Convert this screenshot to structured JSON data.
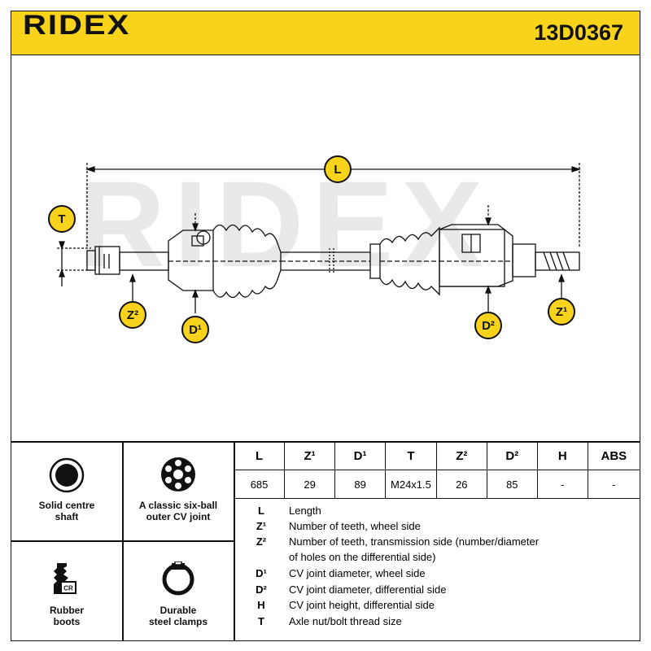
{
  "header": {
    "brand": "RIDEX",
    "part_number": "13D0367"
  },
  "watermark": "RIDEX",
  "diagram": {
    "labels": {
      "L": "L",
      "T": "T",
      "Z2": "Z²",
      "D1": "D¹",
      "D2": "D²",
      "Z1": "Z¹"
    }
  },
  "features": [
    {
      "label_line1": "Solid centre",
      "label_line2": "shaft",
      "icon": "solid-shaft-icon"
    },
    {
      "label_line1": "A classic six-ball",
      "label_line2": "outer CV joint",
      "icon": "six-ball-joint-icon"
    },
    {
      "label_line1": "Rubber",
      "label_line2": "boots",
      "icon": "rubber-boot-icon",
      "icon_text": "CR"
    },
    {
      "label_line1": "Durable",
      "label_line2": "steel clamps",
      "icon": "steel-clamp-icon"
    }
  ],
  "spec_table": {
    "headers": [
      "L",
      "Z¹",
      "D¹",
      "T",
      "Z²",
      "D²",
      "H",
      "ABS"
    ],
    "values": [
      "685",
      "29",
      "89",
      "M24x1.5",
      "26",
      "85",
      "-",
      "-"
    ]
  },
  "legend": [
    {
      "key": "L",
      "text": "Length"
    },
    {
      "key": "Z¹",
      "text": "Number of teeth, wheel side"
    },
    {
      "key": "Z²",
      "text": "Number of teeth, transmission side (number/diameter"
    },
    {
      "key": "",
      "text": "of holes on the differential side)"
    },
    {
      "key": "D¹",
      "text": "CV joint diameter, wheel side"
    },
    {
      "key": "D²",
      "text": "CV joint diameter, differential side"
    },
    {
      "key": "H",
      "text": "CV joint height, differential side"
    },
    {
      "key": "T",
      "text": "Axle nut/bolt thread size"
    }
  ],
  "colors": {
    "brand_yellow": "#f7d31c",
    "ink": "#111111",
    "watermark": "#e9e9e9"
  }
}
